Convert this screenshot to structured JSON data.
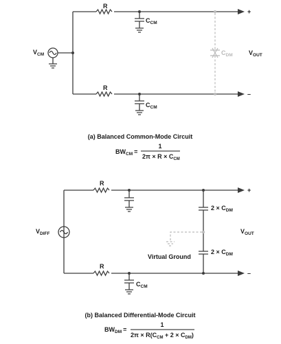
{
  "circuit_a": {
    "res_top": "R",
    "res_bot": "R",
    "cap_top_main": "C",
    "cap_top_sub": "CM",
    "cap_bot_main": "C",
    "cap_bot_sub": "CM",
    "cdm_main": "C",
    "cdm_sub": "DM",
    "src_main": "V",
    "src_sub": "CM",
    "out_main": "V",
    "out_sub": "OUT",
    "plus": "+",
    "minus": "–",
    "caption": "(a) Balanced Common-Mode Circuit",
    "bw_main": "BW",
    "bw_sub": "CM",
    "bw_eq": "=",
    "bw_num": "1",
    "bw_den_pre": "2π × R × C",
    "bw_den_sub": "CM"
  },
  "circuit_b": {
    "res_top": "R",
    "res_bot": "R",
    "cap_top_main": "2 × C",
    "cap_top_sub": "DM",
    "cap_bot_main": "2 × C",
    "cap_bot_sub": "DM",
    "cap_gnd_main": "C",
    "cap_gnd_sub": "CM",
    "src_main": "V",
    "src_sub": "DIFF",
    "out_main": "V",
    "out_sub": "OUT",
    "virtual_ground": "Virtual Ground",
    "plus": "+",
    "minus": "–",
    "caption": "(b) Balanced Differential-Mode Circuit",
    "bw_main": "BW",
    "bw_sub": "DM",
    "bw_eq": "=",
    "bw_num": "1",
    "bw_den_pre": "2π × R(C",
    "bw_den_sub1": "CM",
    "bw_den_mid": " + 2 × C",
    "bw_den_sub2": "DM",
    "bw_den_post": ")"
  }
}
